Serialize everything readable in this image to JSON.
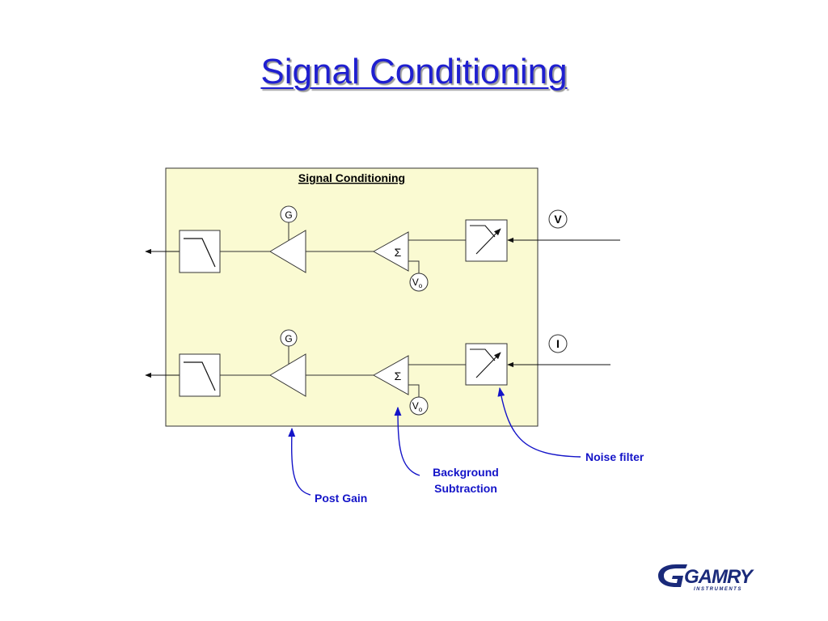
{
  "slide": {
    "title": "Signal Conditioning"
  },
  "diagram": {
    "box_title": "Signal Conditioning",
    "gain_label": "G",
    "offset_label": "V",
    "offset_subscript": "o",
    "sum_symbol": "Σ",
    "channels": [
      {
        "input_label": "V"
      },
      {
        "input_label": "I"
      }
    ],
    "callouts": {
      "post_gain": "Post Gain",
      "background_line1": "Background",
      "background_line2": "Subtraction",
      "noise_filter": "Noise filter"
    },
    "colors": {
      "box_fill": "#fafad2",
      "line": "#333333",
      "callout": "#1414c8",
      "title_blue": "#1f1fd0"
    }
  },
  "logo": {
    "brand": "GAMRY",
    "sub": "INSTRUMENTS"
  }
}
